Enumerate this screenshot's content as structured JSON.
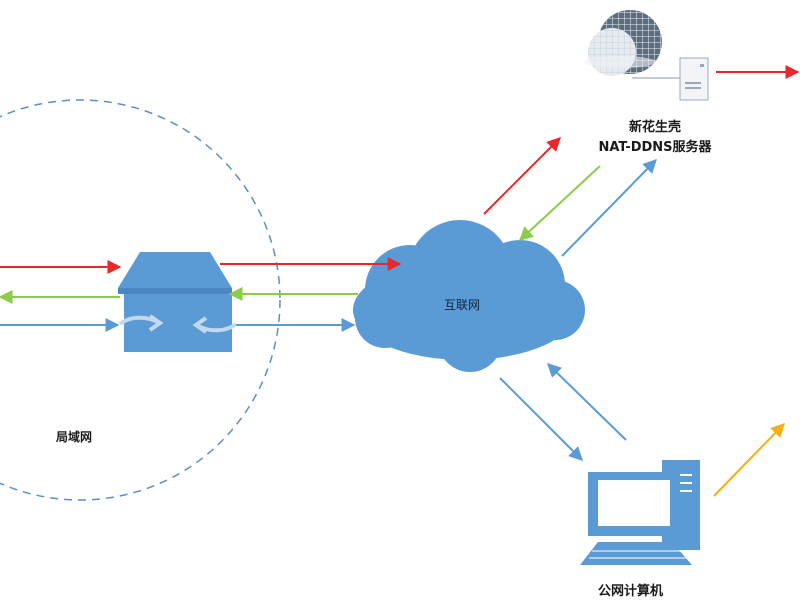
{
  "labels": {
    "lan": "局域网",
    "server_line1": "新花生壳",
    "server_line2": "NAT-DDNS服务器",
    "internet": "互联网",
    "public_pc": "公网计算机"
  },
  "icons": {
    "lan_boundary": "dashed-circle",
    "router": "router-box-icon",
    "cloud": "cloud-icon",
    "server": "globe-server-icon",
    "computer": "desktop-computer-icon"
  },
  "colors": {
    "red": "#e8282b",
    "green": "#8ccc4c",
    "blue": "#5b9bd5",
    "orange": "#f2b011",
    "dashed": "#5b8fc8",
    "device": "#5b9bd5"
  }
}
